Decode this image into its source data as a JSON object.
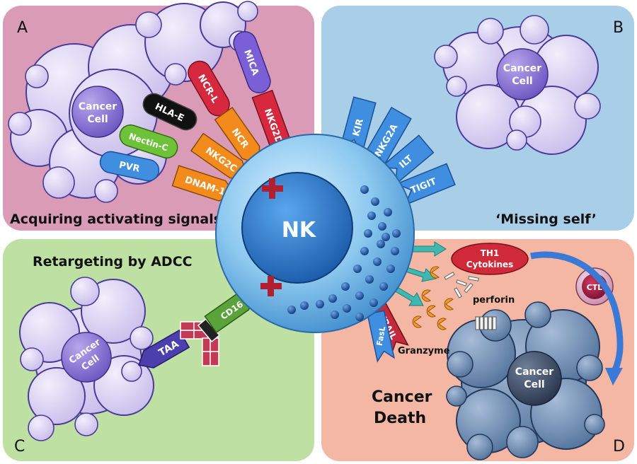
{
  "panels": {
    "a": {
      "letter": "A",
      "caption": "Acquiring activating signals",
      "color": "#d99bb6"
    },
    "b": {
      "letter": "B",
      "caption": "‘Missing self’",
      "color": "#a9cfe8"
    },
    "c": {
      "letter": "C",
      "caption": "Retargeting by ADCC",
      "color": "#bfe0a3"
    },
    "d": {
      "letter": "D",
      "caption_line1": "Cancer",
      "caption_line2": "Death",
      "color": "#f4b7a3"
    }
  },
  "nk_cell": {
    "label": "NK"
  },
  "cancer_cell": {
    "line1": "Cancer",
    "line2": "Cell"
  },
  "ligands": [
    {
      "label": "MICA",
      "color": "#7b5fd6"
    },
    {
      "label": "NCR-L",
      "color": "#d6283e"
    },
    {
      "label": "HLA-E",
      "color": "#111111"
    },
    {
      "label": "Nectin-C",
      "color": "#6dc23a"
    },
    {
      "label": "PVR",
      "color": "#3f8ee0"
    }
  ],
  "activating_receptors": [
    {
      "label": "NKG2D",
      "color": "#d6283e"
    },
    {
      "label": "NCR",
      "color": "#f28a1c"
    },
    {
      "label": "NKG2C",
      "color": "#f28a1c"
    },
    {
      "label": "DNAM-1",
      "color": "#f28a1c"
    }
  ],
  "inhibitory_receptors": [
    {
      "label": "KIR"
    },
    {
      "label": "NKG2A"
    },
    {
      "label": "ILT"
    },
    {
      "label": "TIGIT"
    }
  ],
  "adcc": {
    "antigen": "TAA",
    "receptor": "CD16"
  },
  "effectors": {
    "cytokines_line1": "TH1",
    "cytokines_line2": "Cytokines",
    "ctl": "CTL",
    "perforin": "perforin",
    "granzyme": "Granzyme",
    "trail": "TRAIL",
    "fasl": "FasL"
  }
}
